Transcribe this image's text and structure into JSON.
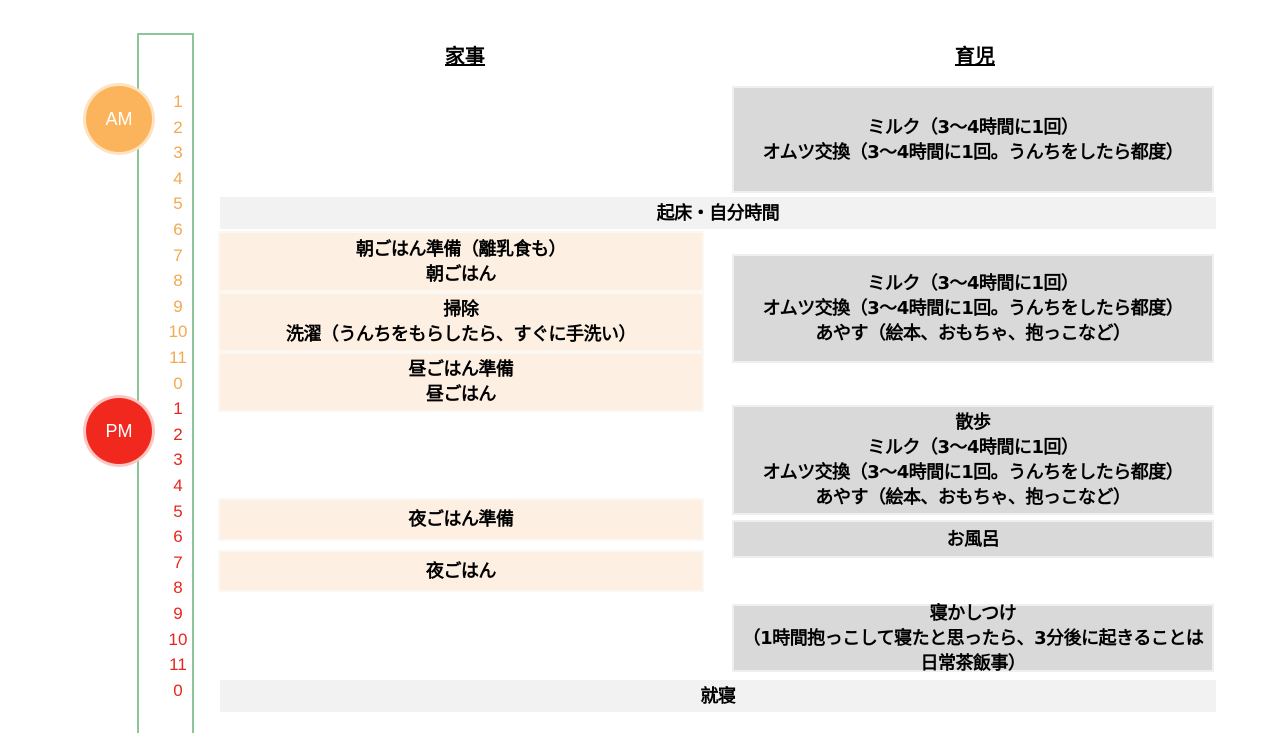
{
  "headers": {
    "chores": "家事",
    "childcare": "育児"
  },
  "am_label": "AM",
  "pm_label": "PM",
  "am_hours": [
    "1",
    "2",
    "3",
    "4",
    "5",
    "6",
    "7",
    "8",
    "9",
    "10",
    "11",
    "0"
  ],
  "pm_hours": [
    "1",
    "2",
    "3",
    "4",
    "5",
    "6",
    "7",
    "8",
    "9",
    "10",
    "11",
    "0"
  ],
  "full_rows": {
    "wake": "起床・自分時間",
    "sleep": "就寝"
  },
  "chores": [
    [
      "朝ごはん準備（離乳食も）",
      "朝ごはん"
    ],
    [
      "掃除",
      "洗濯（うんちをもらしたら、すぐに手洗い）"
    ],
    [
      "昼ごはん準備",
      "昼ごはん"
    ],
    [
      "夜ごはん準備"
    ],
    [
      "夜ごはん"
    ]
  ],
  "childcare": [
    [
      "ミルク（3～4時間に1回）",
      "オムツ交換（3～4時間に1回。うんちをしたら都度）"
    ],
    [
      "ミルク（3～4時間に1回）",
      "オムツ交換（3～4時間に1回。うんちをしたら都度）",
      "あやす（絵本、おもちゃ、抱っこなど）"
    ],
    [
      "散歩",
      "ミルク（3～4時間に1回）",
      "オムツ交換（3～4時間に1回。うんちをしたら都度）",
      "あやす（絵本、おもちゃ、抱っこなど）"
    ],
    [
      "お風呂"
    ],
    [
      "寝かしつけ",
      "（1時間抱っこして寝たと思ったら、3分後に起きることは",
      "日常茶飯事）"
    ]
  ]
}
